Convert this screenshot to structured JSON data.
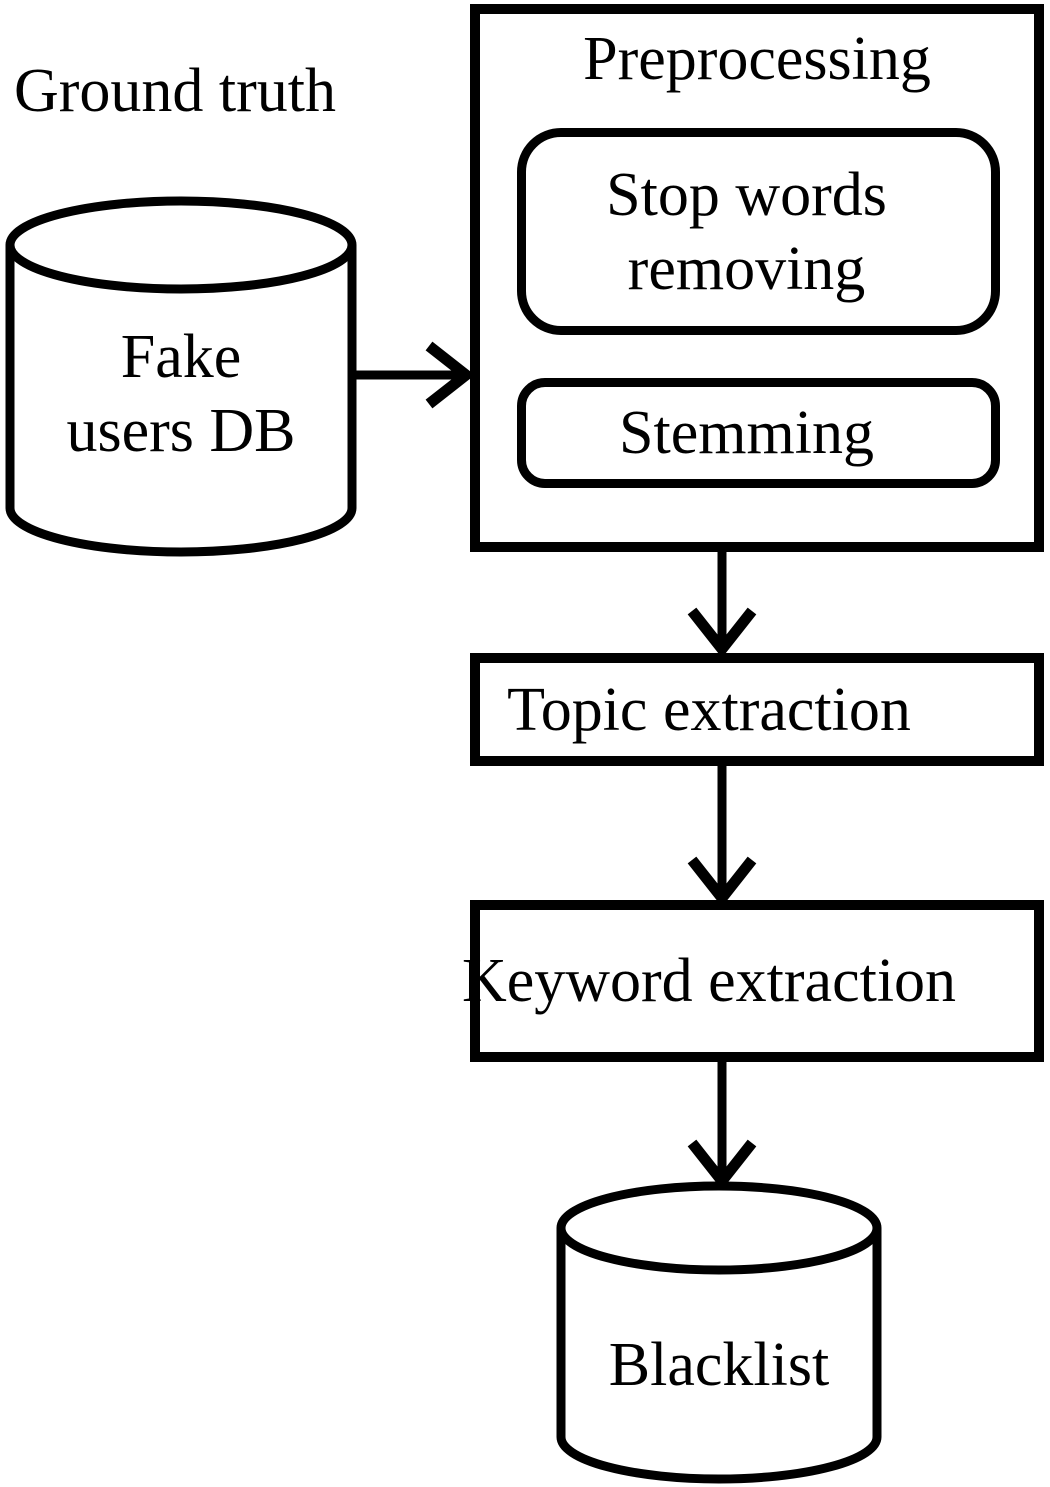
{
  "diagram": {
    "title_annotation": "Ground truth",
    "nodes": {
      "fake_users_db": {
        "label": "Fake\nusers DB",
        "shape": "database-cylinder"
      },
      "preprocessing": {
        "label": "Preprocessing",
        "shape": "container-box"
      },
      "stop_words": {
        "label": "Stop words\nremoving",
        "shape": "rounded-box"
      },
      "stemming": {
        "label": "Stemming",
        "shape": "rounded-box"
      },
      "topic_extraction": {
        "label": "Topic extraction",
        "shape": "box"
      },
      "keyword_extraction": {
        "label": "Keyword extraction",
        "shape": "box"
      },
      "blacklist": {
        "label": "Blacklist",
        "shape": "database-cylinder"
      }
    },
    "edges": [
      {
        "from": "fake_users_db",
        "to": "preprocessing",
        "direction": "right"
      },
      {
        "from": "preprocessing",
        "to": "topic_extraction",
        "direction": "down"
      },
      {
        "from": "topic_extraction",
        "to": "keyword_extraction",
        "direction": "down"
      },
      {
        "from": "keyword_extraction",
        "to": "blacklist",
        "direction": "down"
      }
    ],
    "colors": {
      "stroke": "#000000",
      "background": "#ffffff",
      "text": "#000000"
    }
  }
}
